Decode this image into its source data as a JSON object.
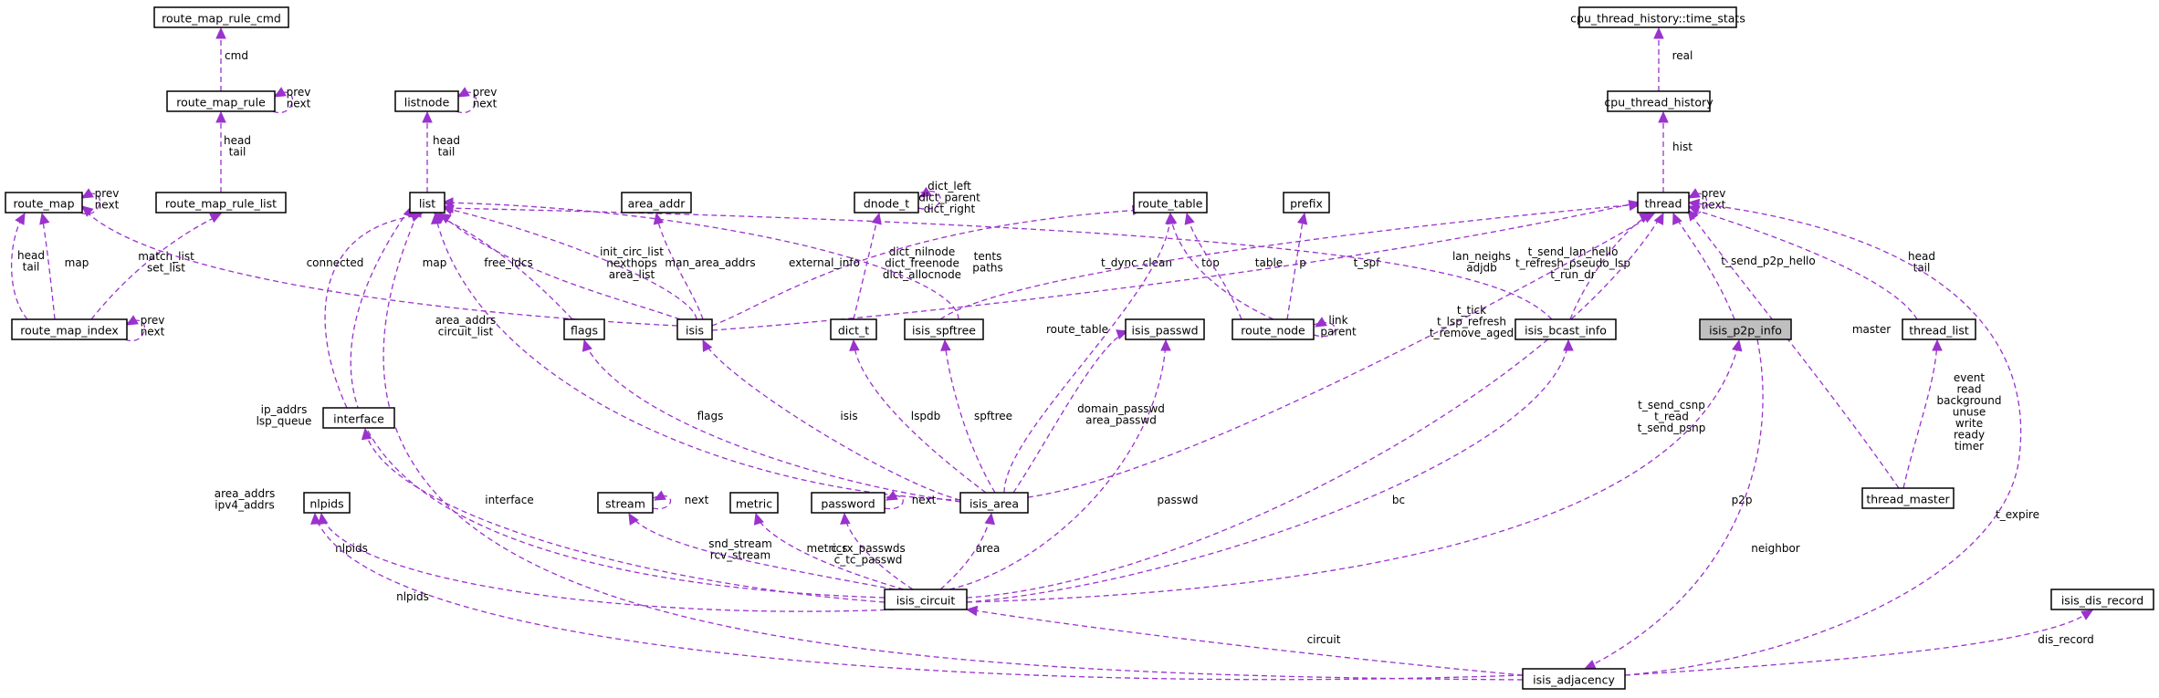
{
  "colors": {
    "edge": "#9a32cd",
    "highlight": "#bfbfbf",
    "node_border": "#000000"
  },
  "nodes": {
    "route_map_rule_cmd": "route_map_rule_cmd",
    "route_map_rule": "route_map_rule",
    "route_map_rule_list": "route_map_rule_list",
    "route_map": "route_map",
    "route_map_index": "route_map_index",
    "listnode": "listnode",
    "list": "list",
    "area_addr": "area_addr",
    "dnode_t": "dnode_t",
    "route_table": "route_table",
    "prefix": "prefix",
    "flags": "flags",
    "isis": "isis",
    "dict_t": "dict_t",
    "isis_spftree": "isis_spftree",
    "isis_passwd": "isis_passwd",
    "route_node": "route_node",
    "isis_bcast_info": "isis_bcast_info",
    "isis_p2p_info": "isis_p2p_info",
    "thread_list": "thread_list",
    "cpu_thread_history_time_stats": "cpu_thread_history::time_stats",
    "cpu_thread_history": "cpu_thread_history",
    "thread": "thread",
    "thread_master": "thread_master",
    "interface": "interface",
    "nlpids": "nlpids",
    "stream": "stream",
    "metric": "metric",
    "password": "password",
    "isis_area": "isis_area",
    "isis_circuit": "isis_circuit",
    "isis_adjacency": "isis_adjacency",
    "isis_dis_record": "isis_dis_record"
  },
  "edges": {
    "cmd": [
      "cmd"
    ],
    "rmr_self": [
      "prev",
      "next"
    ],
    "rmr_headtail": [
      "head",
      "tail"
    ],
    "rm_self": [
      "prev",
      "next"
    ],
    "rm_to_rmi": [
      "head",
      "tail"
    ],
    "rmi_map": [
      "map"
    ],
    "match_set": [
      "match_list",
      "set_list"
    ],
    "rmi_self": [
      "prev",
      "next"
    ],
    "listnode_self": [
      "prev",
      "next"
    ],
    "list_headtail": [
      "head",
      "tail"
    ],
    "dnode_self": [
      "dict_left",
      "dict_parent",
      "dict_right"
    ],
    "dict_nodes": [
      "dict_nilnode",
      "dict_freenode",
      "dict_allocnode"
    ],
    "connected": [
      "connected"
    ],
    "isis_map": [
      "map"
    ],
    "free_idcs": [
      "free_idcs"
    ],
    "isis_lists": [
      "init_circ_list",
      "nexthops",
      "area_list"
    ],
    "man_area_addrs": [
      "man_area_addrs"
    ],
    "external_info": [
      "external_info"
    ],
    "tents": [
      "tents",
      "paths"
    ],
    "t_dync_clean": [
      "t_dync_clean"
    ],
    "top": [
      "top"
    ],
    "table": [
      "table"
    ],
    "p": [
      "p"
    ],
    "t_spf": [
      "t_spf"
    ],
    "rn_self": [
      "link",
      "parent"
    ],
    "area_lists": [
      "area_addrs",
      "circuit_list"
    ],
    "lan_neighs": [
      "lan_neighs",
      "adjdb"
    ],
    "bcast_threads": [
      "t_send_lan_hello",
      "t_refresh_pseudo_lsp",
      "t_run_dr"
    ],
    "area_threads": [
      "t_tick",
      "t_lsp_refresh",
      "t_remove_aged"
    ],
    "t_send_p2p_hello": [
      "t_send_p2p_hello"
    ],
    "thread_self": [
      "prev",
      "next"
    ],
    "real": [
      "real"
    ],
    "hist": [
      "hist"
    ],
    "tl_headtail": [
      "head",
      "tail"
    ],
    "master": [
      "master"
    ],
    "tm_lists": [
      "event",
      "read",
      "background",
      "unuse",
      "write",
      "ready",
      "timer"
    ],
    "route_table": [
      "route_table"
    ],
    "ip_addrs": [
      "ip_addrs",
      "lsp_queue"
    ],
    "area_isis": [
      "isis"
    ],
    "lspdb": [
      "lspdb"
    ],
    "spftree": [
      "spftree"
    ],
    "area_flags": [
      "flags"
    ],
    "domain_passwd": [
      "domain_passwd",
      "area_passwd"
    ],
    "circ_threads": [
      "t_send_csnp",
      "t_read",
      "t_send_psnp"
    ],
    "adj_addrs": [
      "area_addrs",
      "ipv4_addrs"
    ],
    "circ_interface": [
      "interface"
    ],
    "circ_passwd": [
      "passwd"
    ],
    "bc": [
      "bc"
    ],
    "p2p": [
      "p2p"
    ],
    "t_expire": [
      "t_expire"
    ],
    "neighbor": [
      "neighbor"
    ],
    "stream_self": [
      "next"
    ],
    "password_self": [
      "next"
    ],
    "circ_nlpids": [
      "nlpids"
    ],
    "adj_nlpids": [
      "nlpids"
    ],
    "streams": [
      "snd_stream",
      "rcv_stream"
    ],
    "metrics": [
      "metrics"
    ],
    "c_passwds": [
      "c_rx_passwds",
      "c_tc_passwd"
    ],
    "area": [
      "area"
    ],
    "circuit": [
      "circuit"
    ],
    "dis_record": [
      "dis_record"
    ]
  }
}
